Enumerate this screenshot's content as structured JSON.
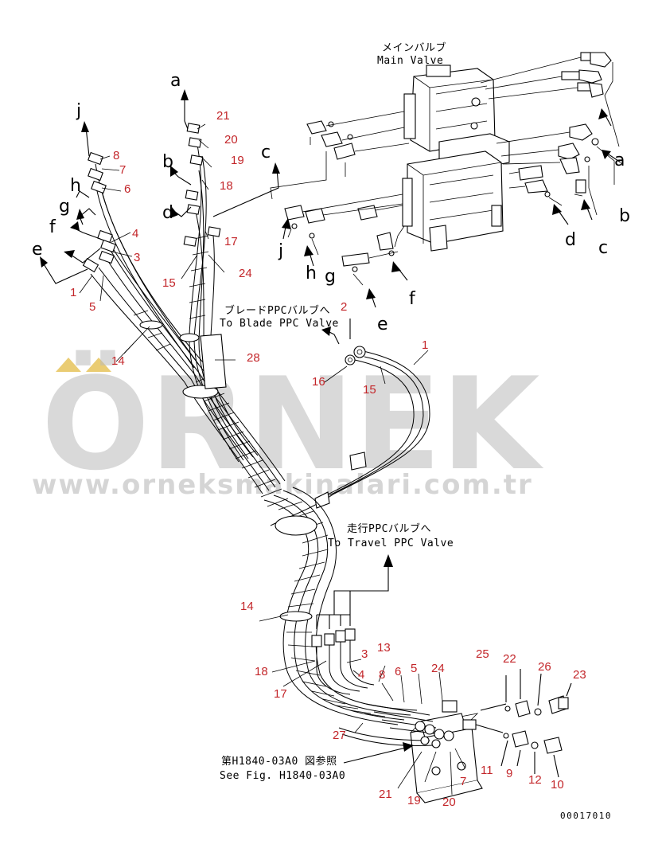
{
  "captions": {
    "main_valve_jp": "メインバルブ",
    "main_valve_en": "Main Valve",
    "blade_jp": "ブレードPPCバルブへ",
    "blade_en": "To Blade PPC Valve",
    "travel_jp": "走行PPCバルブへ",
    "travel_en": "To Travel PPC Valve",
    "see_fig_jp": "第H1840-03A0 図参照",
    "see_fig_en": "See Fig. H1840-03A0"
  },
  "document_id": "00017010",
  "watermark": {
    "brand": "ÖRNEK",
    "url": "www.orneksmakinalari.com.tr"
  },
  "letters": [
    "a",
    "b",
    "c",
    "d",
    "e",
    "f",
    "g",
    "h",
    "j"
  ],
  "part_numbers": [
    "1",
    "2",
    "3",
    "4",
    "5",
    "6",
    "7",
    "8",
    "9",
    "10",
    "11",
    "12",
    "13",
    "14",
    "15",
    "16",
    "17",
    "18",
    "19",
    "20",
    "21",
    "22",
    "23",
    "24",
    "25",
    "26",
    "27",
    "28"
  ],
  "colors": {
    "callout_number": "#c3262a",
    "watermark": "#b9b9b9",
    "line": "#000000"
  }
}
